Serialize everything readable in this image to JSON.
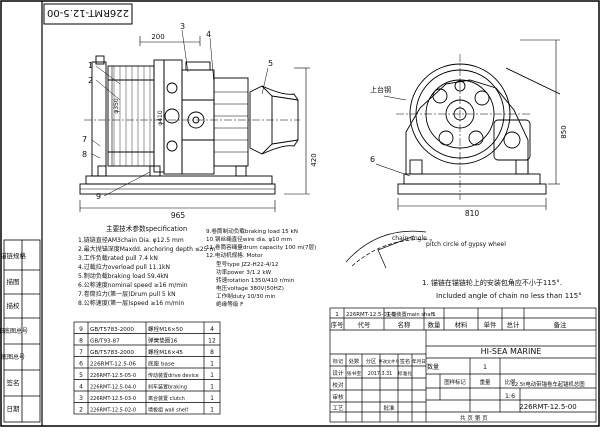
{
  "drawing": {
    "number_rotated": "226RMT-12.5-00",
    "title_block_number": "226RMT-12.5-00",
    "company": "HI-SEA MARINE",
    "scale": "1:6",
    "drawing_name_cn": "12.5t电动带锚卷车起锚机总图",
    "date_text": "2017.3.31"
  },
  "dimensions": {
    "top_200": "200",
    "side_420": "420",
    "overall_965": "965",
    "plan_810": "810",
    "height_850": "850",
    "dia_350": "φ350",
    "dia_410": "φ410"
  },
  "callouts": {
    "left": [
      "1",
      "2",
      "3",
      "4",
      "5",
      "7",
      "8",
      "9"
    ],
    "right": [
      "6"
    ],
    "shangtai_label": "上台钢"
  },
  "spec_left": {
    "heading": "主要技术参数specification",
    "lines": [
      "1.链链直径AM3chain Dia.      φ12.5 mm",
      "2.最大抛锚深度Maxdd. anchoring depth ≤25 m",
      "3.工作负载rated pull         7.4 kN",
      "4.过载拉力overload pull       11.1kN",
      "5.制动负载braking load        59.4kN",
      "6.公称速度nominal speed       ≥16 m/min",
      "7.卷筒拉力(第一层)Drum pull    5 kN",
      "8.公称速度(第一层)speed        ≥16 m/min"
    ]
  },
  "spec_right": {
    "lines": [
      "9.卷筒制动负载braking load          15 kN",
      "10.钢丝绳直径wire dia.    φ10 mm",
      "11.卷筒容绳量drum capacity  100 m(7层)",
      "12.电动机规格: Motor",
      "型号type           JZ2-H22-4/12",
      "功率power          3/1.2 kW",
      "转速rotation       1350/410 r/min",
      "电压voltage        380V(50HZ)",
      "工作制duty         10/30 min",
      "绝缘等级          F"
    ]
  },
  "chain_note": {
    "chain_angle_label": "chain angle",
    "pitch_label": "pitch circle of gypsy wheel",
    "note_cn": "1. 锚链在锚链轮上的安装包角应不小于115°.",
    "note_en": "Included angle of chain no less than 115°"
  },
  "left_margin": {
    "labels": [
      "锚链规格",
      "描图",
      "描校",
      "旧底图总号",
      "底图总号",
      "签名",
      "日期"
    ]
  },
  "parts": [
    {
      "no": "9",
      "code": "GB/T5783-2000",
      "name": "螺栓M16×50",
      "qty": "4"
    },
    {
      "no": "8",
      "code": "GB/T93-87",
      "name": "弹簧垫圈16",
      "qty": "12"
    },
    {
      "no": "7",
      "code": "GB/T5783-2000",
      "name": "螺栓M16×45",
      "qty": "8"
    },
    {
      "no": "6",
      "code": "226RMT-12.5-06",
      "name": "底座 base",
      "qty": "1"
    },
    {
      "no": "5",
      "code": "226RMT-12.5-05-0",
      "name": "传动装置drive device",
      "qty": "1"
    },
    {
      "no": "4",
      "code": "226RMT-12.5-04-0",
      "name": "刹车装置braking",
      "qty": "1"
    },
    {
      "no": "3",
      "code": "226RMT-12.5-03-0",
      "name": "离合装置 clutch",
      "qty": "1"
    },
    {
      "no": "2",
      "code": "226RMT-12.5-02-0",
      "name": "墙板组 wall shelf",
      "qty": "1"
    }
  ],
  "title_block": {
    "row_top": [
      "1",
      "226RMT-12.5-01-0",
      "主轴装置main shaft",
      "1"
    ],
    "headers": [
      "序号",
      "代号",
      "名称",
      "数量",
      "材料",
      "单件",
      "总计",
      "备注"
    ],
    "sign_labels": [
      "标记",
      "处数",
      "分区",
      "更改文件号",
      "签名",
      "年月日"
    ],
    "row_design": [
      "设计",
      "张书宝",
      "2017.3.31",
      "标准化"
    ],
    "row_proof": [
      "校对"
    ],
    "row_review": [
      "审核"
    ],
    "row_craft": [
      "工艺",
      "批准"
    ],
    "stage_labels": [
      "图样标记",
      "重量",
      "比例"
    ],
    "qty_label": "数量",
    "qty_value": "1",
    "sheet_text": "共    页    第    页"
  }
}
